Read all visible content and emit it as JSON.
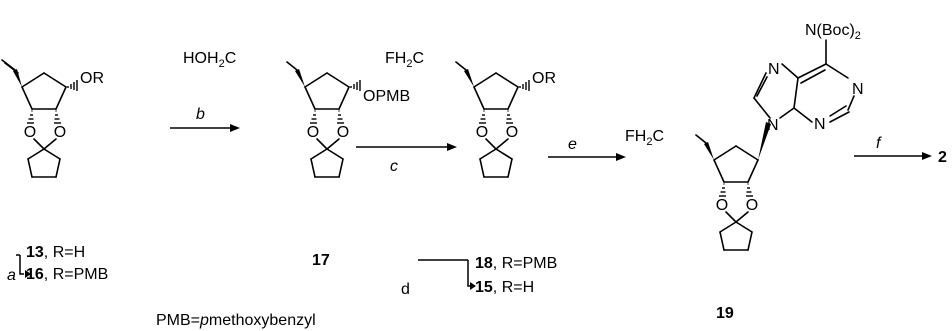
{
  "scheme": {
    "compounds": {
      "c13": {
        "number": "13",
        "label": ", R=H"
      },
      "c16": {
        "number": "16",
        "label": ", R=PMB"
      },
      "c17": {
        "number": "17"
      },
      "c18": {
        "number": "18",
        "label": ", R=PMB"
      },
      "c15": {
        "number": "15",
        "label": ", R=H"
      },
      "c19": {
        "number": "19"
      },
      "c2": {
        "number": "2"
      }
    },
    "substituents": {
      "or": "OR",
      "opmb": "OPMB",
      "o": "O",
      "hoh": "HOH",
      "fh": "FH",
      "sub2": "2",
      "c": "C",
      "n": "N",
      "nboc": "N(Boc)",
      "boc_sub": "2"
    },
    "reagents": {
      "a": "a",
      "b": "b",
      "c": "c",
      "d": "d",
      "e": "e",
      "f": "f"
    },
    "footnote": {
      "prefix": "PMB=",
      "italic": "p",
      "suffix": "methoxybenzyl"
    }
  }
}
